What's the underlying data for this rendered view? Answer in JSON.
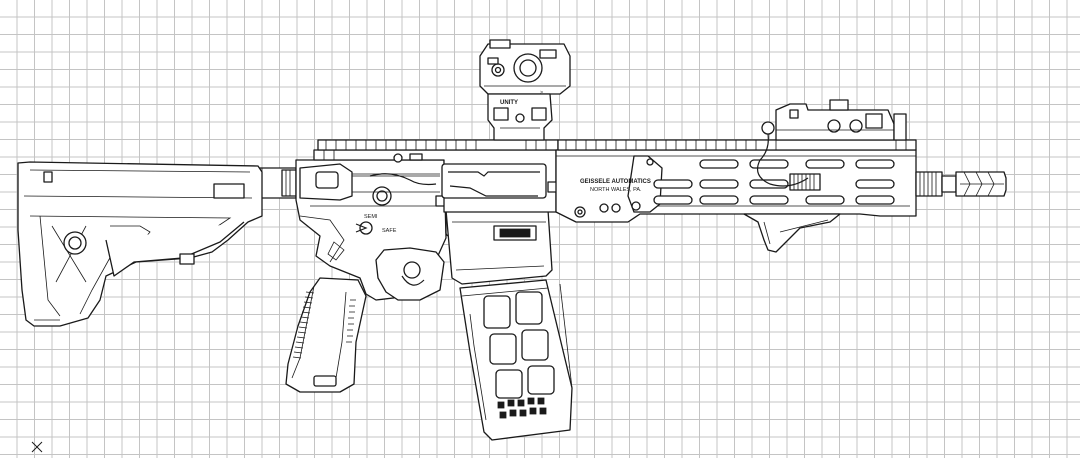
{
  "drawing": {
    "grid": "on",
    "line_color": "#1a1a1a",
    "grid_color": "#c4c4c4",
    "background": "#ffffff"
  },
  "labels": {
    "optic_mount": "UNITY",
    "optic_mount_mark": "≥",
    "selector_semi": "SEMI",
    "selector_safe": "SAFE",
    "manufacturer_line1": "GEISSELE AUTOMATICS",
    "manufacturer_line2": "NORTH WALES, PA."
  },
  "icons": {
    "origin_marker": "x-cross-icon"
  }
}
